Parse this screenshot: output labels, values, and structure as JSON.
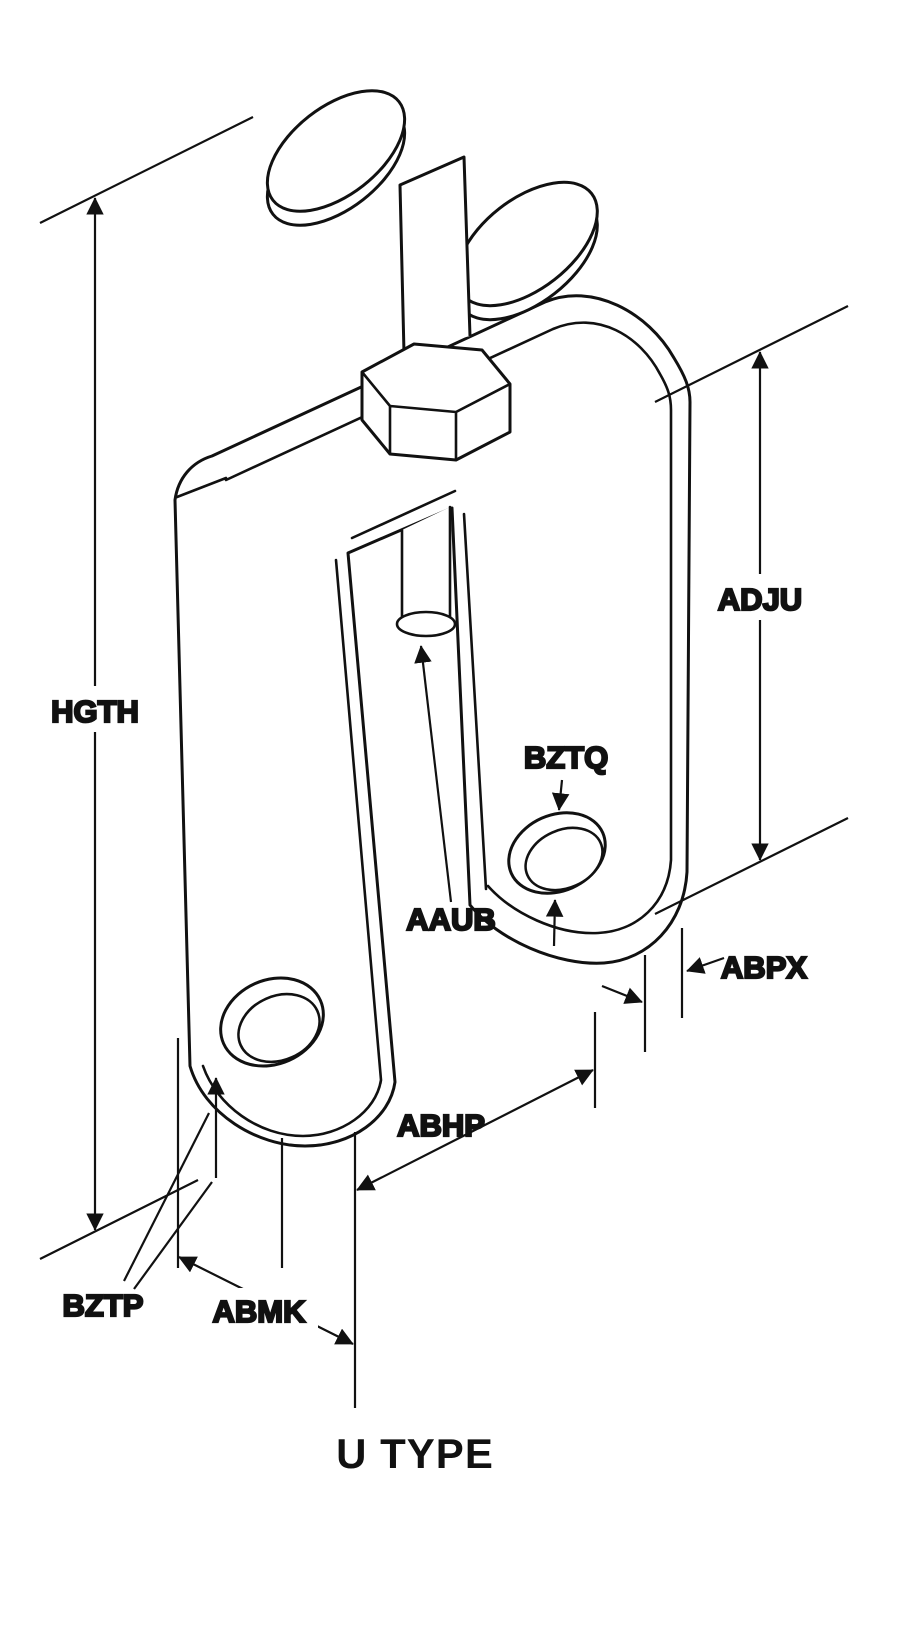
{
  "figure": {
    "caption": "U TYPE",
    "description": "Isometric line drawing of a U-type wing-nut beam clamp with dimension callouts"
  },
  "labels": {
    "hgth": "HGTH",
    "adju": "ADJU",
    "bztq": "BZTQ",
    "aaub": "AAUB",
    "abpx": "ABPX",
    "abhp": "ABHP",
    "abmk": "ABMK",
    "bztp": "BZTP"
  },
  "colors": {
    "line": "#111111",
    "background": "#ffffff"
  }
}
